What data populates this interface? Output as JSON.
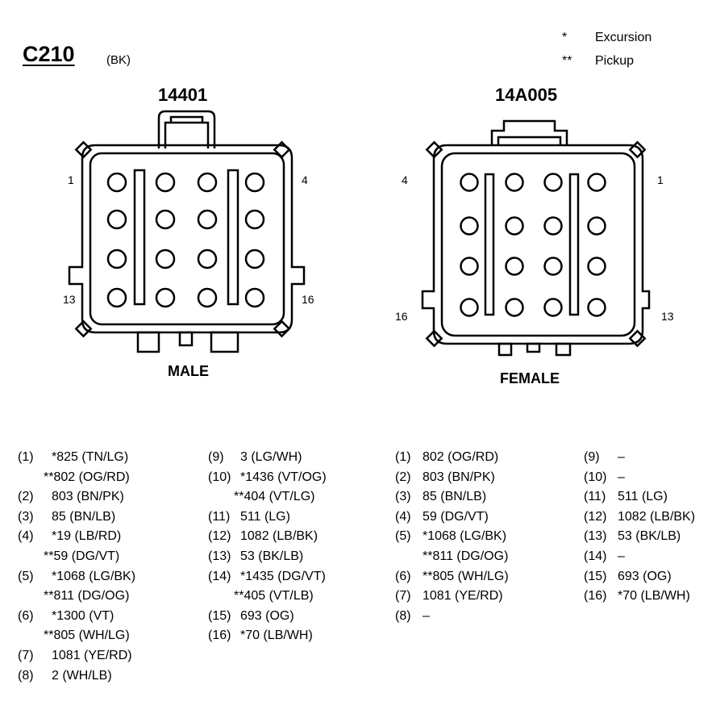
{
  "connector": {
    "title": "C210",
    "color": "(BK)"
  },
  "legend": [
    {
      "symbol": "*",
      "label": "Excursion"
    },
    {
      "symbol": "**",
      "label": "Pickup"
    }
  ],
  "male": {
    "part_number": "14401",
    "label": "MALE",
    "pin_labels": {
      "top_left": "1",
      "top_right": "4",
      "bottom_left": "13",
      "bottom_right": "16"
    }
  },
  "female": {
    "part_number": "14A005",
    "label": "FEMALE",
    "pin_labels": {
      "top_left": "4",
      "top_right": "1",
      "bottom_left": "16",
      "bottom_right": "13"
    }
  },
  "male_circuits_col1": [
    {
      "pin": "(1)",
      "text": "*825 (TN/LG)"
    },
    {
      "pin": "",
      "text": "**802 (OG/RD)"
    },
    {
      "pin": "(2)",
      "text": "803 (BN/PK)"
    },
    {
      "pin": "(3)",
      "text": "85 (BN/LB)"
    },
    {
      "pin": "(4)",
      "text": "*19 (LB/RD)"
    },
    {
      "pin": "",
      "text": "**59 (DG/VT)"
    },
    {
      "pin": "(5)",
      "text": "*1068 (LG/BK)"
    },
    {
      "pin": "",
      "text": "**811 (DG/OG)"
    },
    {
      "pin": "(6)",
      "text": "*1300 (VT)"
    },
    {
      "pin": "",
      "text": "**805 (WH/LG)"
    },
    {
      "pin": "(7)",
      "text": "1081 (YE/RD)"
    },
    {
      "pin": "(8)",
      "text": "2 (WH/LB)"
    }
  ],
  "male_circuits_col2": [
    {
      "pin": "(9)",
      "text": "3 (LG/WH)"
    },
    {
      "pin": "(10)",
      "text": "*1436 (VT/OG)"
    },
    {
      "pin": "",
      "text": "**404 (VT/LG)"
    },
    {
      "pin": "(11)",
      "text": "511 (LG)"
    },
    {
      "pin": "(12)",
      "text": "1082 (LB/BK)"
    },
    {
      "pin": "(13)",
      "text": "53 (BK/LB)"
    },
    {
      "pin": "(14)",
      "text": "*1435 (DG/VT)"
    },
    {
      "pin": "",
      "text": "**405 (VT/LB)"
    },
    {
      "pin": "(15)",
      "text": "693 (OG)"
    },
    {
      "pin": "(16)",
      "text": "*70 (LB/WH)"
    }
  ],
  "female_circuits_col1": [
    {
      "pin": "(1)",
      "text": "802 (OG/RD)"
    },
    {
      "pin": "(2)",
      "text": "803 (BN/PK)"
    },
    {
      "pin": "(3)",
      "text": "85 (BN/LB)"
    },
    {
      "pin": "(4)",
      "text": "59 (DG/VT)"
    },
    {
      "pin": "(5)",
      "text": "*1068 (LG/BK)"
    },
    {
      "pin": "",
      "text": "**811 (DG/OG)"
    },
    {
      "pin": "(6)",
      "text": "**805 (WH/LG)"
    },
    {
      "pin": "(7)",
      "text": "1081 (YE/RD)"
    },
    {
      "pin": "(8)",
      "text": "–"
    }
  ],
  "female_circuits_col2": [
    {
      "pin": "(9)",
      "text": "–"
    },
    {
      "pin": "(10)",
      "text": "–"
    },
    {
      "pin": "(11)",
      "text": "511 (LG)"
    },
    {
      "pin": "(12)",
      "text": "1082 (LB/BK)"
    },
    {
      "pin": "(13)",
      "text": "53 (BK/LB)"
    },
    {
      "pin": "(14)",
      "text": "–"
    },
    {
      "pin": "(15)",
      "text": "693 (OG)"
    },
    {
      "pin": "(16)",
      "text": "*70 (LB/WH)"
    }
  ]
}
